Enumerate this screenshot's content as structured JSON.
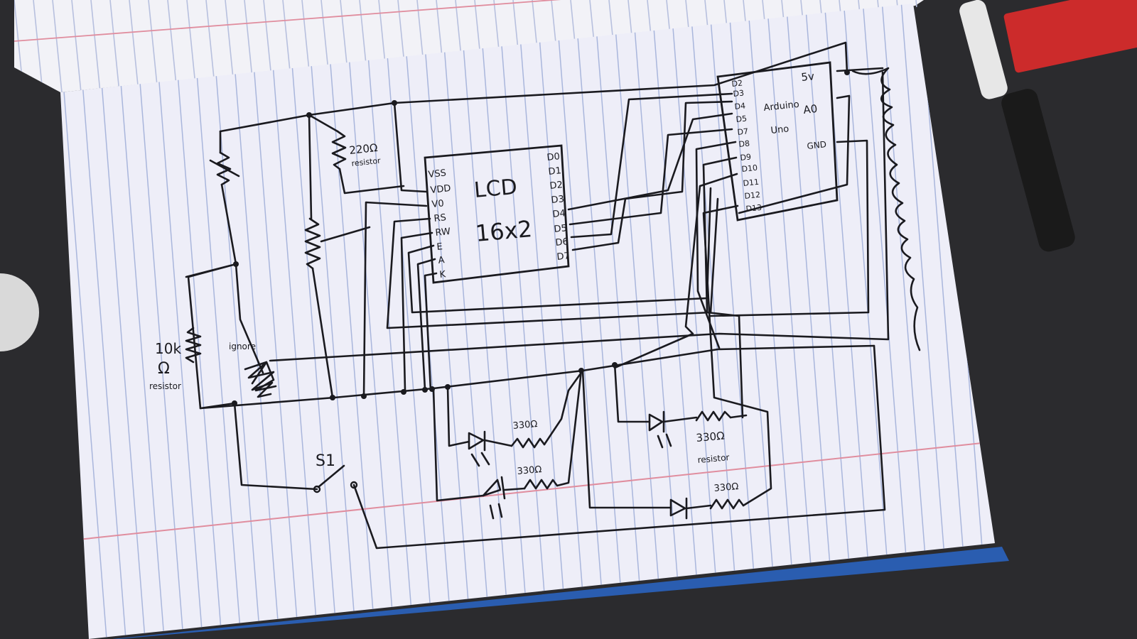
{
  "lcd": {
    "title": "LCD",
    "size": "16x2",
    "left_pins": [
      "VSS",
      "VDD",
      "V0",
      "RS",
      "RW",
      "E",
      "A",
      "K"
    ],
    "right_pins": [
      "D0",
      "D1",
      "D2",
      "D3",
      "D4",
      "D5",
      "D6",
      "D7"
    ]
  },
  "arduino": {
    "name": "Arduino",
    "model": "Uno",
    "digital_pins": [
      "D2",
      "D3",
      "D4",
      "D5",
      "D7",
      "D8",
      "D9",
      "D10",
      "D11",
      "D12",
      "D13"
    ],
    "power_pins": [
      "5v",
      "A0",
      "GND"
    ]
  },
  "components": {
    "r_220": "220Ω",
    "r_220_note": "resistor",
    "r_10k_value": "10k",
    "r_10k_symbol": "Ω",
    "r_10k_note": "resistor",
    "ignore": "ignore",
    "switch": "S1",
    "r_330_a": "330Ω",
    "r_330_b": "330Ω",
    "r_330_c": "330Ω",
    "r_330_c_note": "resistor",
    "r_330_d": "330Ω"
  },
  "colors": {
    "ink": "#1a1a1f",
    "paper": "#eeeef8",
    "rule_blue": "#a9b6dc",
    "margin_red": "#e08d9e",
    "desk": "#2b2b2e",
    "cover_blue": "#2a5db0",
    "board_red": "#cc2b2b"
  }
}
